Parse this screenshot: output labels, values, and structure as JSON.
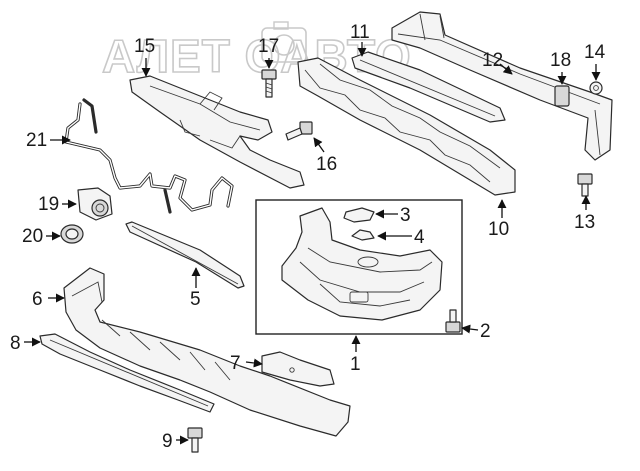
{
  "diagram": {
    "watermark": "АЛЕТ ОАВТО",
    "callouts": [
      "1",
      "2",
      "3",
      "4",
      "5",
      "6",
      "7",
      "8",
      "9",
      "10",
      "11",
      "12",
      "13",
      "14",
      "15",
      "16",
      "17",
      "18",
      "19",
      "20",
      "21"
    ]
  }
}
